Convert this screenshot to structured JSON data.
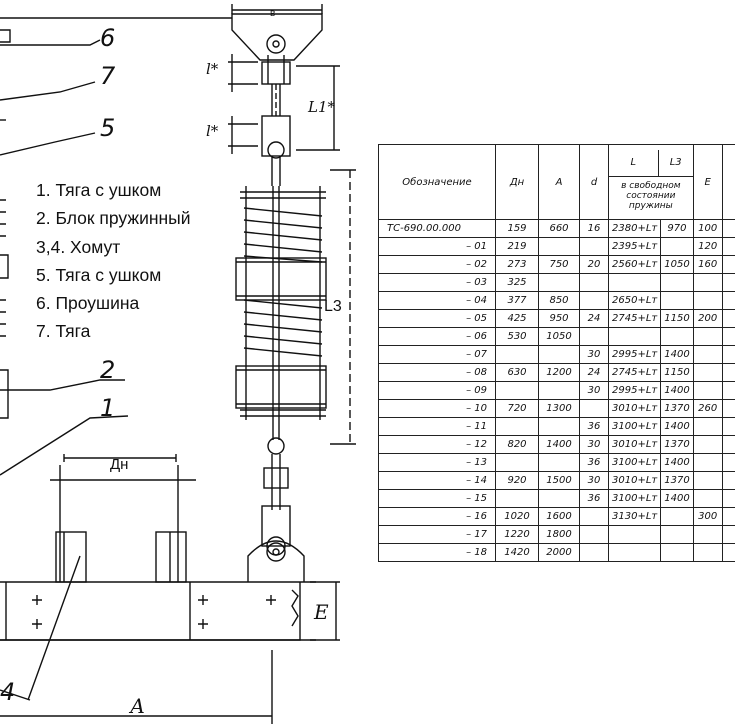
{
  "legend": {
    "items": [
      "1. Тяга с ушком",
      "2. Блок пружинный",
      "3,4. Хомут",
      "5. Тяга с ушком",
      "6. Проушина",
      "7. Тяга"
    ]
  },
  "callouts": {
    "c1": "1",
    "c2": "2",
    "c4": "4",
    "c5": "5",
    "c6": "6",
    "c7": "7"
  },
  "dimensions": {
    "b": "в",
    "l_star": "l*",
    "l1_star": "L1*",
    "l3": "L3",
    "dn": "Дн",
    "a": "А",
    "e": "Е"
  },
  "table": {
    "headers": {
      "designation": "Обозначение",
      "dn": "Дн",
      "a": "А",
      "d": "d",
      "l": "L",
      "l3": "L3",
      "free_state": "в свободном состоянии пружины",
      "e": "Е"
    },
    "rows": [
      {
        "designation": "ТС-690.00.000",
        "dn": "159",
        "a": "660",
        "d": "16",
        "l": "2380+Lт",
        "l3": "970",
        "e": "100"
      },
      {
        "designation": "– 01",
        "dn": "219",
        "a": "",
        "d": "",
        "l": "2395+Lт",
        "l3": "",
        "e": "120"
      },
      {
        "designation": "– 02",
        "dn": "273",
        "a": "750",
        "d": "20",
        "l": "2560+Lт",
        "l3": "1050",
        "e": "160"
      },
      {
        "designation": "– 03",
        "dn": "325",
        "a": "",
        "d": "",
        "l": "",
        "l3": "",
        "e": ""
      },
      {
        "designation": "– 04",
        "dn": "377",
        "a": "850",
        "d": "",
        "l": "2650+Lт",
        "l3": "",
        "e": ""
      },
      {
        "designation": "– 05",
        "dn": "425",
        "a": "950",
        "d": "24",
        "l": "2745+Lт",
        "l3": "1150",
        "e": "200"
      },
      {
        "designation": "– 06",
        "dn": "530",
        "a": "1050",
        "d": "",
        "l": "",
        "l3": "",
        "e": ""
      },
      {
        "designation": "– 07",
        "dn": "",
        "a": "",
        "d": "30",
        "l": "2995+Lт",
        "l3": "1400",
        "e": ""
      },
      {
        "designation": "– 08",
        "dn": "630",
        "a": "1200",
        "d": "24",
        "l": "2745+Lт",
        "l3": "1150",
        "e": ""
      },
      {
        "designation": "– 09",
        "dn": "",
        "a": "",
        "d": "30",
        "l": "2995+Lт",
        "l3": "1400",
        "e": ""
      },
      {
        "designation": "– 10",
        "dn": "720",
        "a": "1300",
        "d": "",
        "l": "3010+Lт",
        "l3": "1370",
        "e": "260"
      },
      {
        "designation": "– 11",
        "dn": "",
        "a": "",
        "d": "36",
        "l": "3100+Lт",
        "l3": "1400",
        "e": ""
      },
      {
        "designation": "– 12",
        "dn": "820",
        "a": "1400",
        "d": "30",
        "l": "3010+Lт",
        "l3": "1370",
        "e": ""
      },
      {
        "designation": "– 13",
        "dn": "",
        "a": "",
        "d": "36",
        "l": "3100+Lт",
        "l3": "1400",
        "e": ""
      },
      {
        "designation": "– 14",
        "dn": "920",
        "a": "1500",
        "d": "30",
        "l": "3010+Lт",
        "l3": "1370",
        "e": ""
      },
      {
        "designation": "– 15",
        "dn": "",
        "a": "",
        "d": "36",
        "l": "3100+Lт",
        "l3": "1400",
        "e": ""
      },
      {
        "designation": "– 16",
        "dn": "1020",
        "a": "1600",
        "d": "",
        "l": "3130+Lт",
        "l3": "",
        "e": "300"
      },
      {
        "designation": "– 17",
        "dn": "1220",
        "a": "1800",
        "d": "",
        "l": "",
        "l3": "",
        "e": ""
      },
      {
        "designation": "– 18",
        "dn": "1420",
        "a": "2000",
        "d": "",
        "l": "",
        "l3": "",
        "e": ""
      }
    ]
  }
}
